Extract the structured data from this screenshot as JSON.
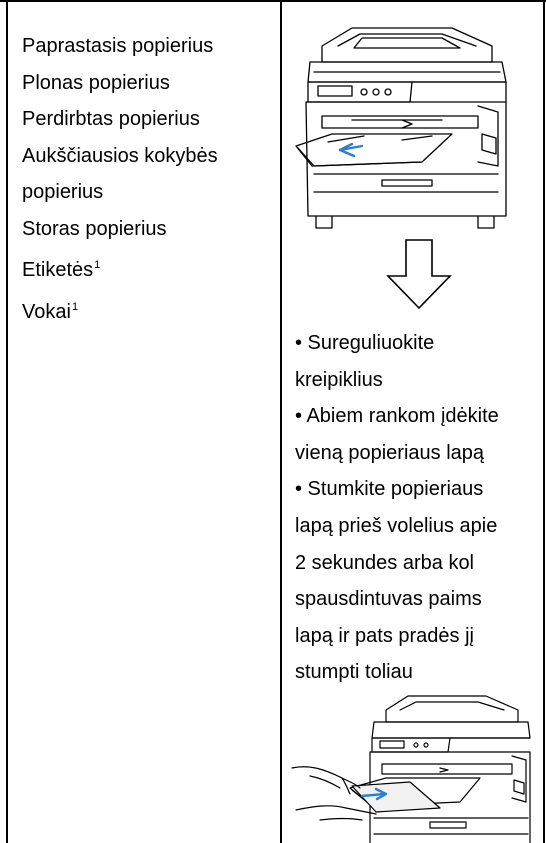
{
  "paper_types": [
    {
      "text": "Paprastasis popierius",
      "note": ""
    },
    {
      "text": "Plonas popierius",
      "note": ""
    },
    {
      "text": "Perdirbtas popierius",
      "note": ""
    },
    {
      "text": "Aukščiausios kokybės",
      "note": ""
    },
    {
      "text": "popierius",
      "note": ""
    },
    {
      "text": "Storas popierius",
      "note": ""
    },
    {
      "text": "Etiketės",
      "note": "1"
    },
    {
      "text": "Vokai",
      "note": "1"
    }
  ],
  "instructions": [
    "• Sureguliuokite",
    "kreipiklius",
    "• Abiem rankom įdėkite",
    "vieną popieriaus lapą",
    "• Stumkite popieriaus",
    "lapą prieš volelius apie",
    "2 sekundes arba kol",
    "spausdintuvas paims",
    "lapą ir pats pradės jį",
    "stumpti toliau"
  ]
}
